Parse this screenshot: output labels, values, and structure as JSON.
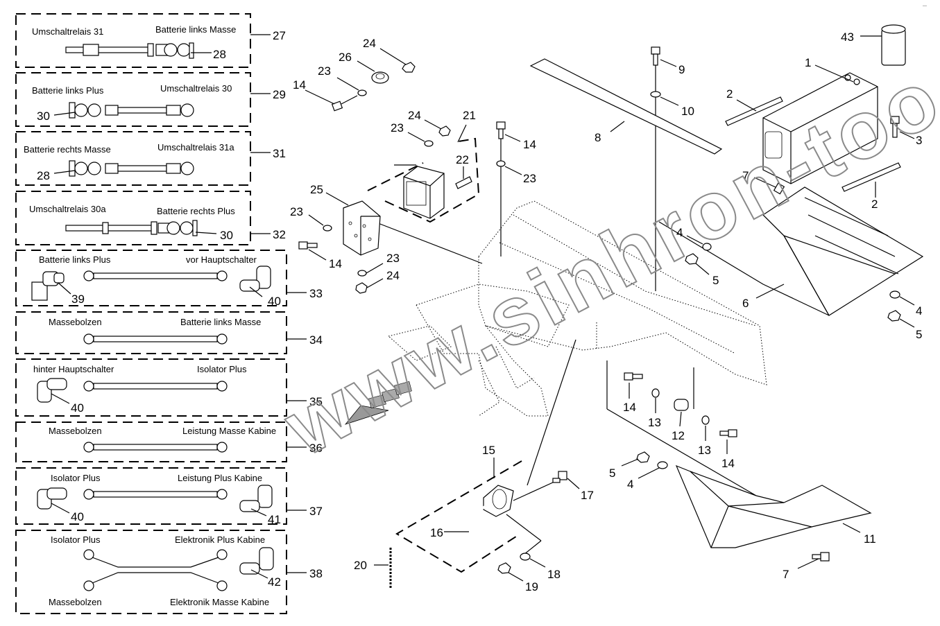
{
  "corner_mark": "—",
  "watermark": "www.sinhron-too.kz",
  "cable_boxes": [
    {
      "item": "27",
      "left_label": "Umschaltrelais 31",
      "right_label": "Batterie links Masse",
      "callout": "28"
    },
    {
      "item": "29",
      "left_label": "Batterie links Plus",
      "right_label": "Umschaltrelais 30",
      "callout": "30"
    },
    {
      "item": "31",
      "left_label": "Batterie rechts Masse",
      "right_label": "Umschaltrelais 31a",
      "callout": "28"
    },
    {
      "item": "32",
      "left_label": "Umschaltrelais 30a",
      "right_label": "Batterie rechts Plus",
      "callout": "30"
    },
    {
      "item": "33",
      "left_label": "Batterie links Plus",
      "right_label": "vor Hauptschalter",
      "callout_left": "39",
      "callout_right": "40"
    },
    {
      "item": "34",
      "left_label": "Massebolzen",
      "right_label": "Batterie links Masse"
    },
    {
      "item": "35",
      "left_label": "hinter Hauptschalter",
      "right_label": "Isolator Plus",
      "callout_left": "40"
    },
    {
      "item": "36",
      "left_label": "Massebolzen",
      "right_label": "Leistung Masse Kabine"
    },
    {
      "item": "37",
      "left_label": "Isolator Plus",
      "right_label": "Leistung Plus Kabine",
      "callout_left": "40",
      "callout_right": "41"
    },
    {
      "item": "38",
      "left_label": "Isolator Plus",
      "right_label": "Elektronik Plus Kabine",
      "bottom_left_label": "Massebolzen",
      "bottom_right_label": "Elektronik Masse Kabine",
      "callout_right": "42"
    }
  ],
  "part_callouts": {
    "p43": "43",
    "p1": "1",
    "p2a": "2",
    "p2b": "2",
    "p3": "3",
    "p9": "9",
    "p10": "10",
    "p8": "8",
    "p24a": "24",
    "p26": "26",
    "p23a": "23",
    "p14a": "14",
    "p24b": "24",
    "p21": "21",
    "p23b": "23",
    "p22": "22",
    "p14b": "14",
    "p23c": "23",
    "p25": "25",
    "p23d": "23",
    "p14c": "14",
    "p23e": "23",
    "p24c": "24",
    "p7a": "7",
    "p4a": "4",
    "p5a": "5",
    "p6": "6",
    "p4b": "4",
    "p5b": "5",
    "p14d": "14",
    "p13a": "13",
    "p12": "12",
    "p13b": "13",
    "p14e": "14",
    "p15": "15",
    "p17": "17",
    "p16": "16",
    "p18": "18",
    "p19": "19",
    "p20": "20",
    "p5c": "5",
    "p4c": "4",
    "p11": "11",
    "p7b": "7"
  }
}
